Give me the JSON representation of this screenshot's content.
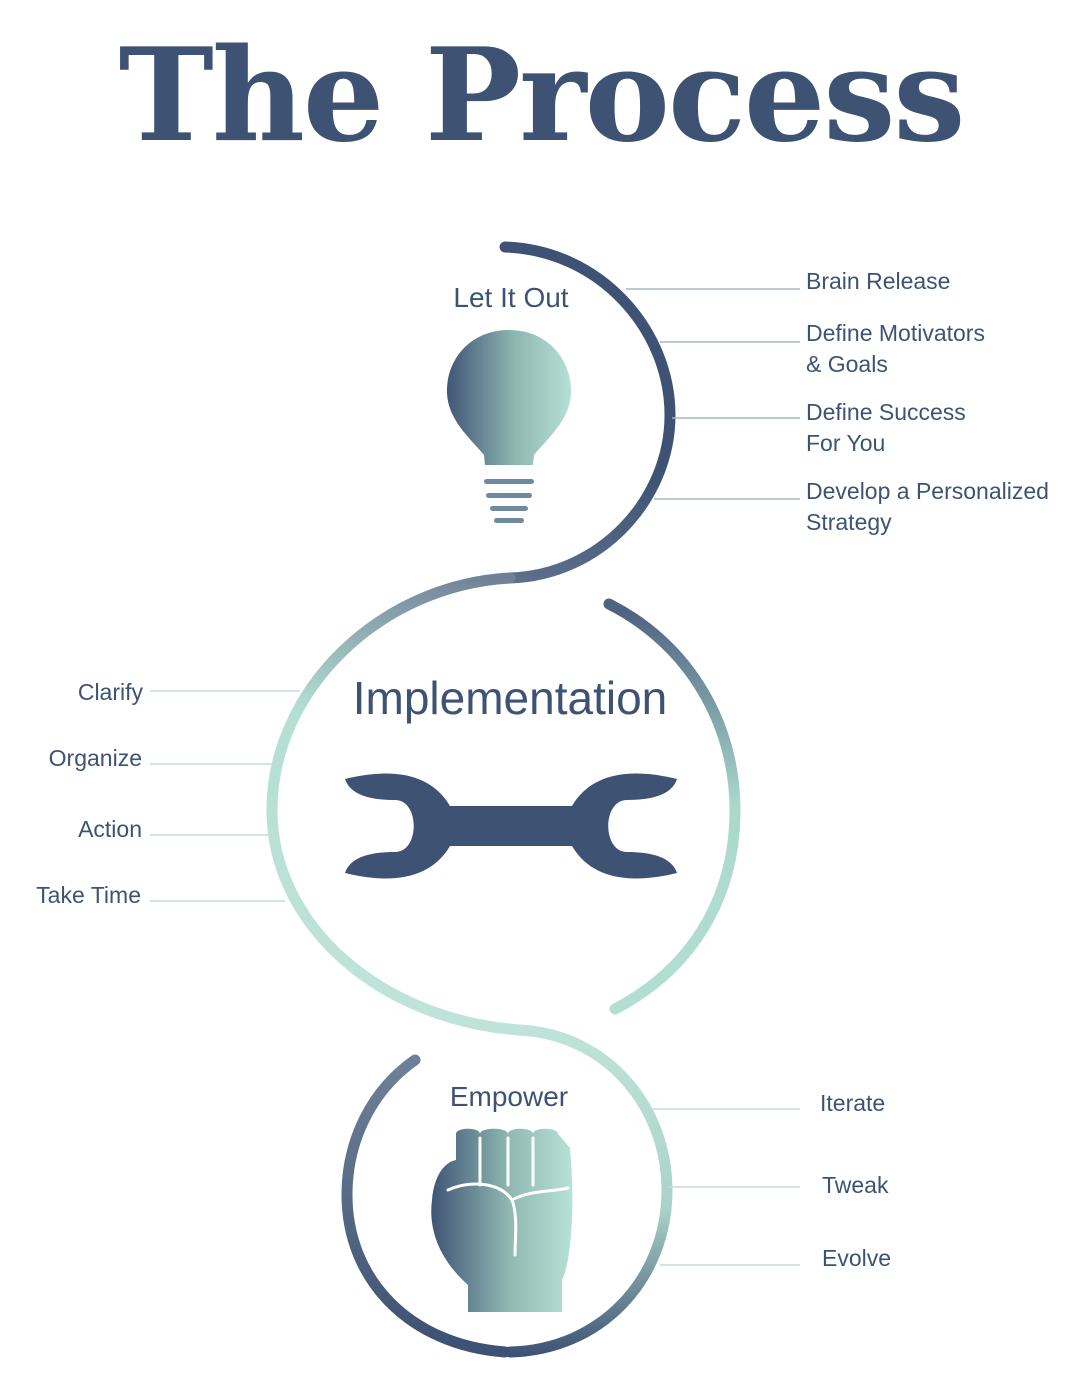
{
  "title": "The Process",
  "colors": {
    "navy": "#3e5374",
    "mint": "#b3dfd2"
  },
  "stages": [
    {
      "name": "Let It Out",
      "icon": "lightbulb-icon",
      "items": [
        {
          "line1": "Brain Release",
          "line2": ""
        },
        {
          "line1": "Define Motivators",
          "line2": "& Goals"
        },
        {
          "line1": "Define Success",
          "line2": "For You"
        },
        {
          "line1": "Develop a Personalized",
          "line2": "Strategy"
        }
      ]
    },
    {
      "name": "Implementation",
      "icon": "wrench-icon",
      "items": [
        "Clarify",
        "Organize",
        "Action",
        "Take Time"
      ]
    },
    {
      "name": "Empower",
      "icon": "fist-icon",
      "items": [
        "Iterate",
        "Tweak",
        "Evolve"
      ]
    }
  ]
}
